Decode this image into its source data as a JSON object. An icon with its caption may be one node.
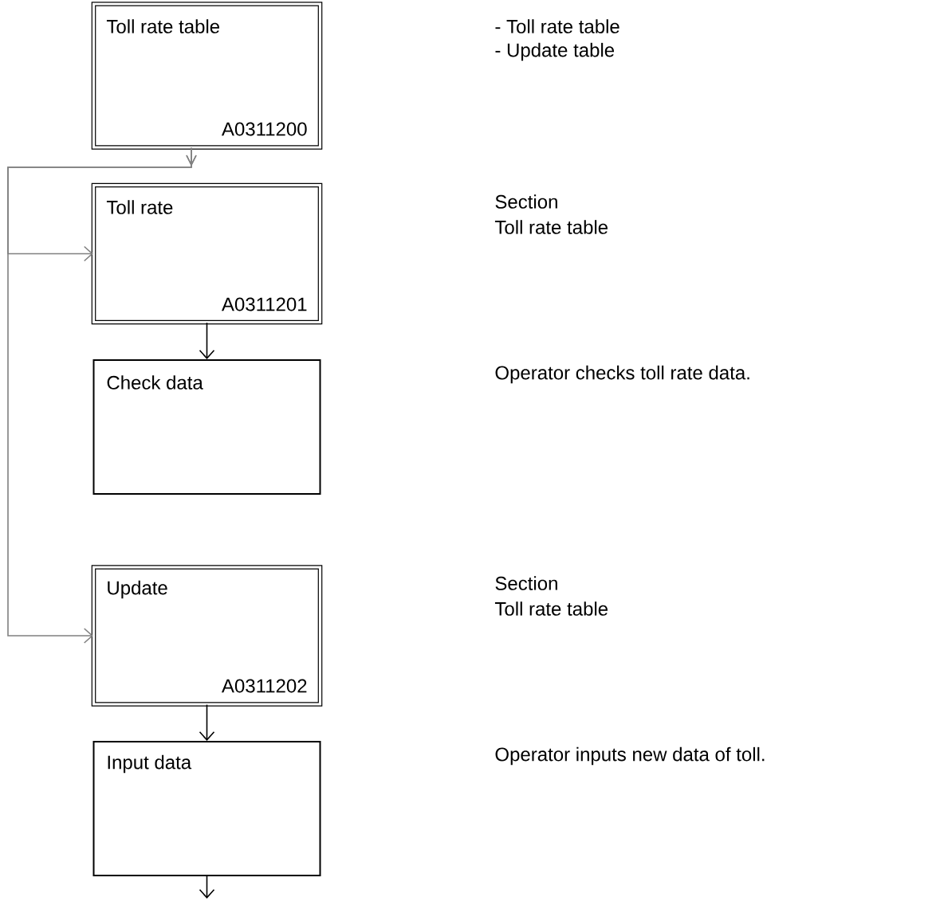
{
  "diagram": {
    "nodes": [
      {
        "text": [
          "Toll rate table",
          "A0311200"
        ]
      },
      {
        "text": [
          "Toll rate",
          "A0311201"
        ]
      },
      {
        "text": [
          "Check data"
        ]
      },
      {
        "text": [
          "Update",
          "A0311202"
        ]
      },
      {
        "text": [
          "Input data"
        ]
      }
    ],
    "edges": [
      {
        "from": 0,
        "to": 1,
        "arrow": "to",
        "color": "#808080"
      },
      {
        "from": 0,
        "to": 3,
        "arrow": "to",
        "color": "#808080"
      },
      {
        "from": 1,
        "to": 2,
        "arrow": "to"
      },
      {
        "from": 3,
        "to": 4,
        "arrow": "to"
      },
      {
        "from": 4,
        "to": null,
        "arrow": "to"
      }
    ],
    "labels": [
      "- Toll rate table",
      "- Update table",
      "Section",
      "Toll rate table",
      "Operator checks toll rate data.",
      "Section",
      "Toll rate table",
      "Operator inputs new data of toll."
    ]
  }
}
